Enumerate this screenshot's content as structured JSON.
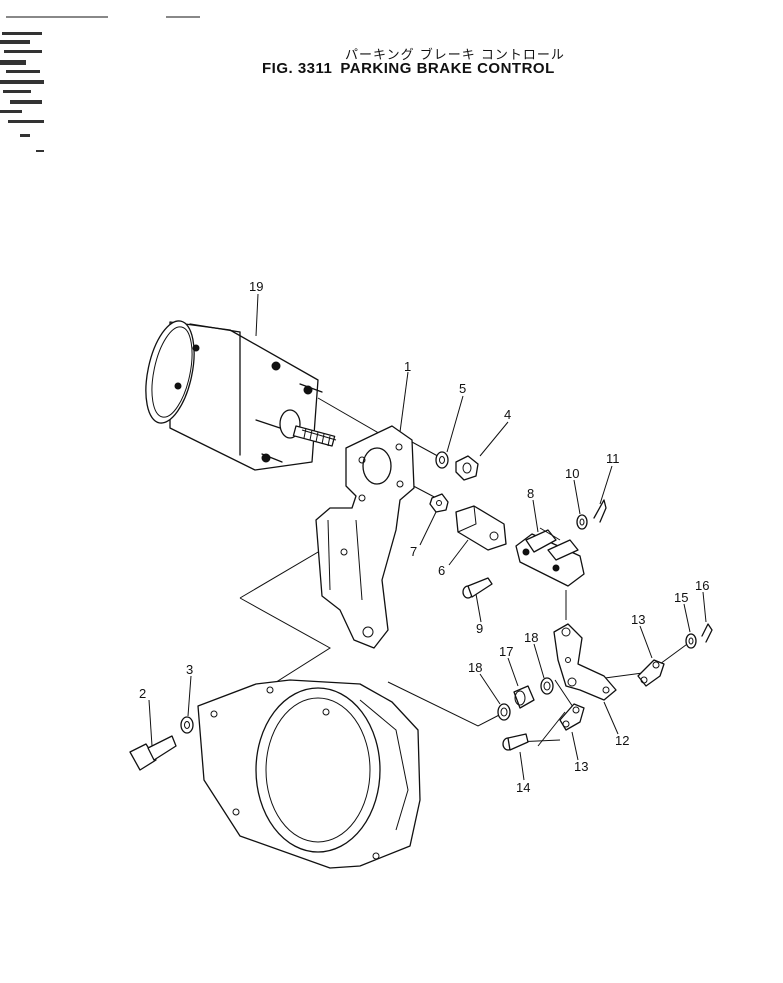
{
  "figure": {
    "title_jp": "パーキング ブレーキ コントロール",
    "fig_number": "FIG. 3311",
    "title_en": "PARKING BRAKE CONTROL"
  },
  "callouts": [
    {
      "id": "c1",
      "label": "1"
    },
    {
      "id": "c2",
      "label": "2"
    },
    {
      "id": "c3",
      "label": "3"
    },
    {
      "id": "c4",
      "label": "4"
    },
    {
      "id": "c5",
      "label": "5"
    },
    {
      "id": "c6",
      "label": "6"
    },
    {
      "id": "c7",
      "label": "7"
    },
    {
      "id": "c8",
      "label": "8"
    },
    {
      "id": "c9",
      "label": "9"
    },
    {
      "id": "c10",
      "label": "10"
    },
    {
      "id": "c11",
      "label": "11"
    },
    {
      "id": "c12",
      "label": "12"
    },
    {
      "id": "c13a",
      "label": "13"
    },
    {
      "id": "c13b",
      "label": "13"
    },
    {
      "id": "c14",
      "label": "14"
    },
    {
      "id": "c15",
      "label": "15"
    },
    {
      "id": "c16",
      "label": "16"
    },
    {
      "id": "c17",
      "label": "17"
    },
    {
      "id": "c18a",
      "label": "18"
    },
    {
      "id": "c18b",
      "label": "18"
    },
    {
      "id": "c19",
      "label": "19"
    }
  ]
}
